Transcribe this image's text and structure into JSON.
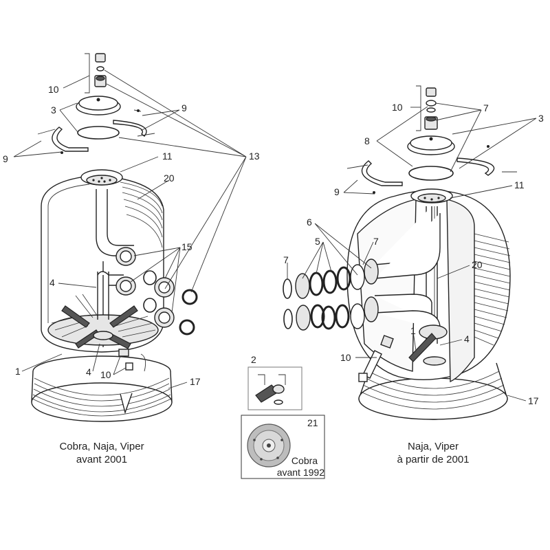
{
  "labels": {
    "l_1": "1",
    "l_2": "2",
    "l_3": "3",
    "l_4": "4",
    "l_5": "5",
    "l_6": "6",
    "l_7": "7",
    "l_8": "8",
    "l_9": "9",
    "l_10": "10",
    "l_11": "11",
    "l_13": "13",
    "l_15": "15",
    "l_17": "17",
    "l_20": "20",
    "l_21": "21"
  },
  "captions": {
    "left_line1": "Cobra, Naja, Viper",
    "left_line2": "avant 2001",
    "right_line1": "Naja, Viper",
    "right_line2": "à partir de 2001",
    "inset_line1": "Cobra",
    "inset_line2": "avant 1992"
  }
}
